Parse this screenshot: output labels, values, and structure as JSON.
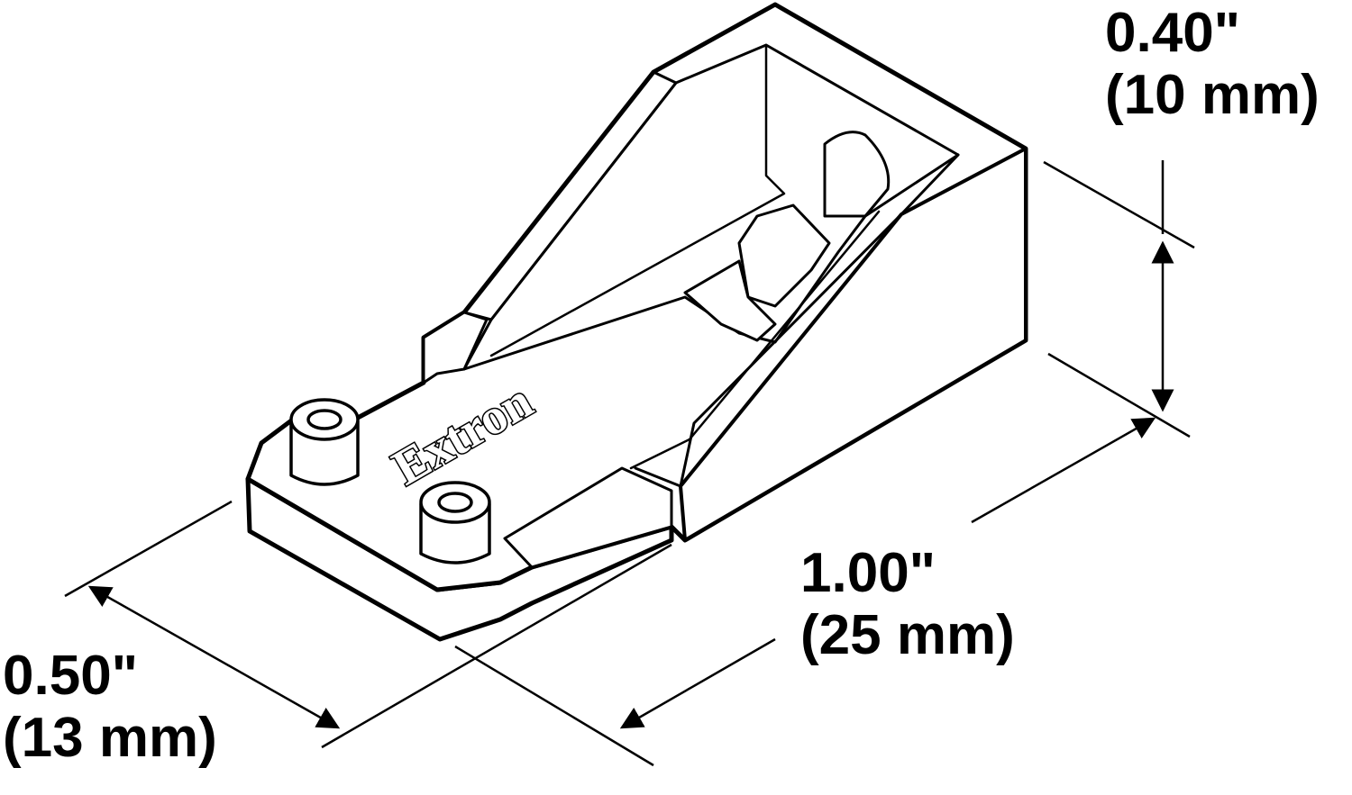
{
  "diagram": {
    "logo": "Extron",
    "dimensions": {
      "height": {
        "imperial": "0.40\"",
        "metric": "(10 mm)"
      },
      "length": {
        "imperial": "1.00\"",
        "metric": "(25 mm)"
      },
      "width": {
        "imperial": "0.50\"",
        "metric": "(13 mm)"
      }
    }
  },
  "colors": {
    "line": "#000000",
    "fill": "#ffffff"
  }
}
